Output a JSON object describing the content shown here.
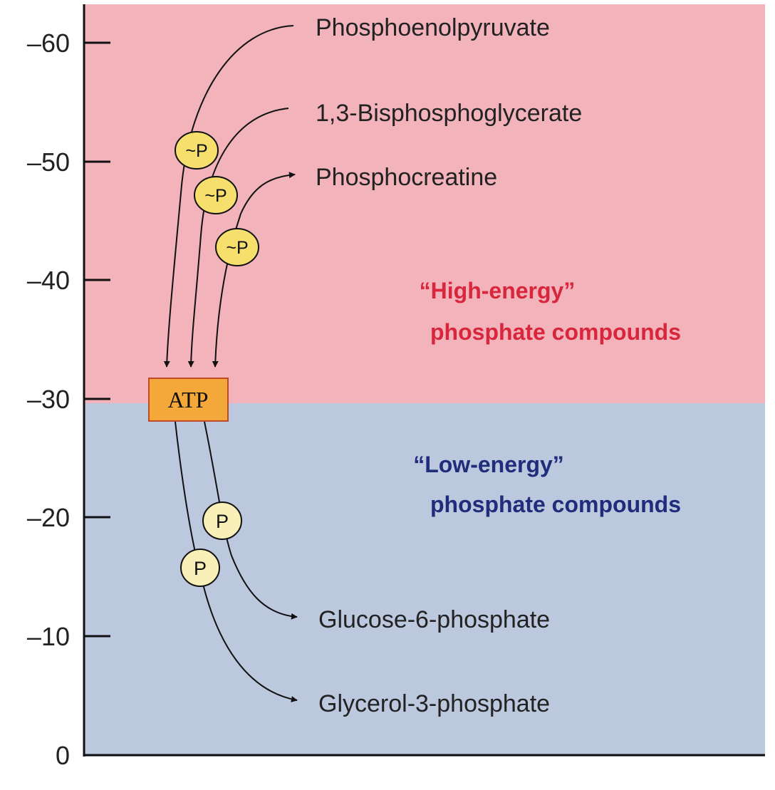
{
  "axis": {
    "ticks": [
      "–60",
      "–50",
      "–40",
      "–30",
      "–20",
      "–10",
      "0"
    ]
  },
  "regions": {
    "high": {
      "line1": "“High-energy”",
      "line2": "phosphate compounds",
      "fill": "#f2b3bb",
      "text_color": "#d8263c"
    },
    "low": {
      "line1": "“Low-energy”",
      "line2": "phosphate compounds",
      "fill": "#bcc8de",
      "text_color": "#1f2d7a"
    }
  },
  "compounds": {
    "pep": "Phosphoenolpyruvate",
    "bpg": "1,3-Bisphosphoglycerate",
    "pcr": "Phosphocreatine",
    "g6p": "Glucose-6-phosphate",
    "g3p": "Glycerol-3-phosphate"
  },
  "atp": {
    "label": "ATP",
    "fill": "#f4a83a"
  },
  "phosphate_badges": {
    "high": "~P",
    "low": "P",
    "high_fill": "#f7df6e",
    "low_fill": "#f8f0b8"
  }
}
